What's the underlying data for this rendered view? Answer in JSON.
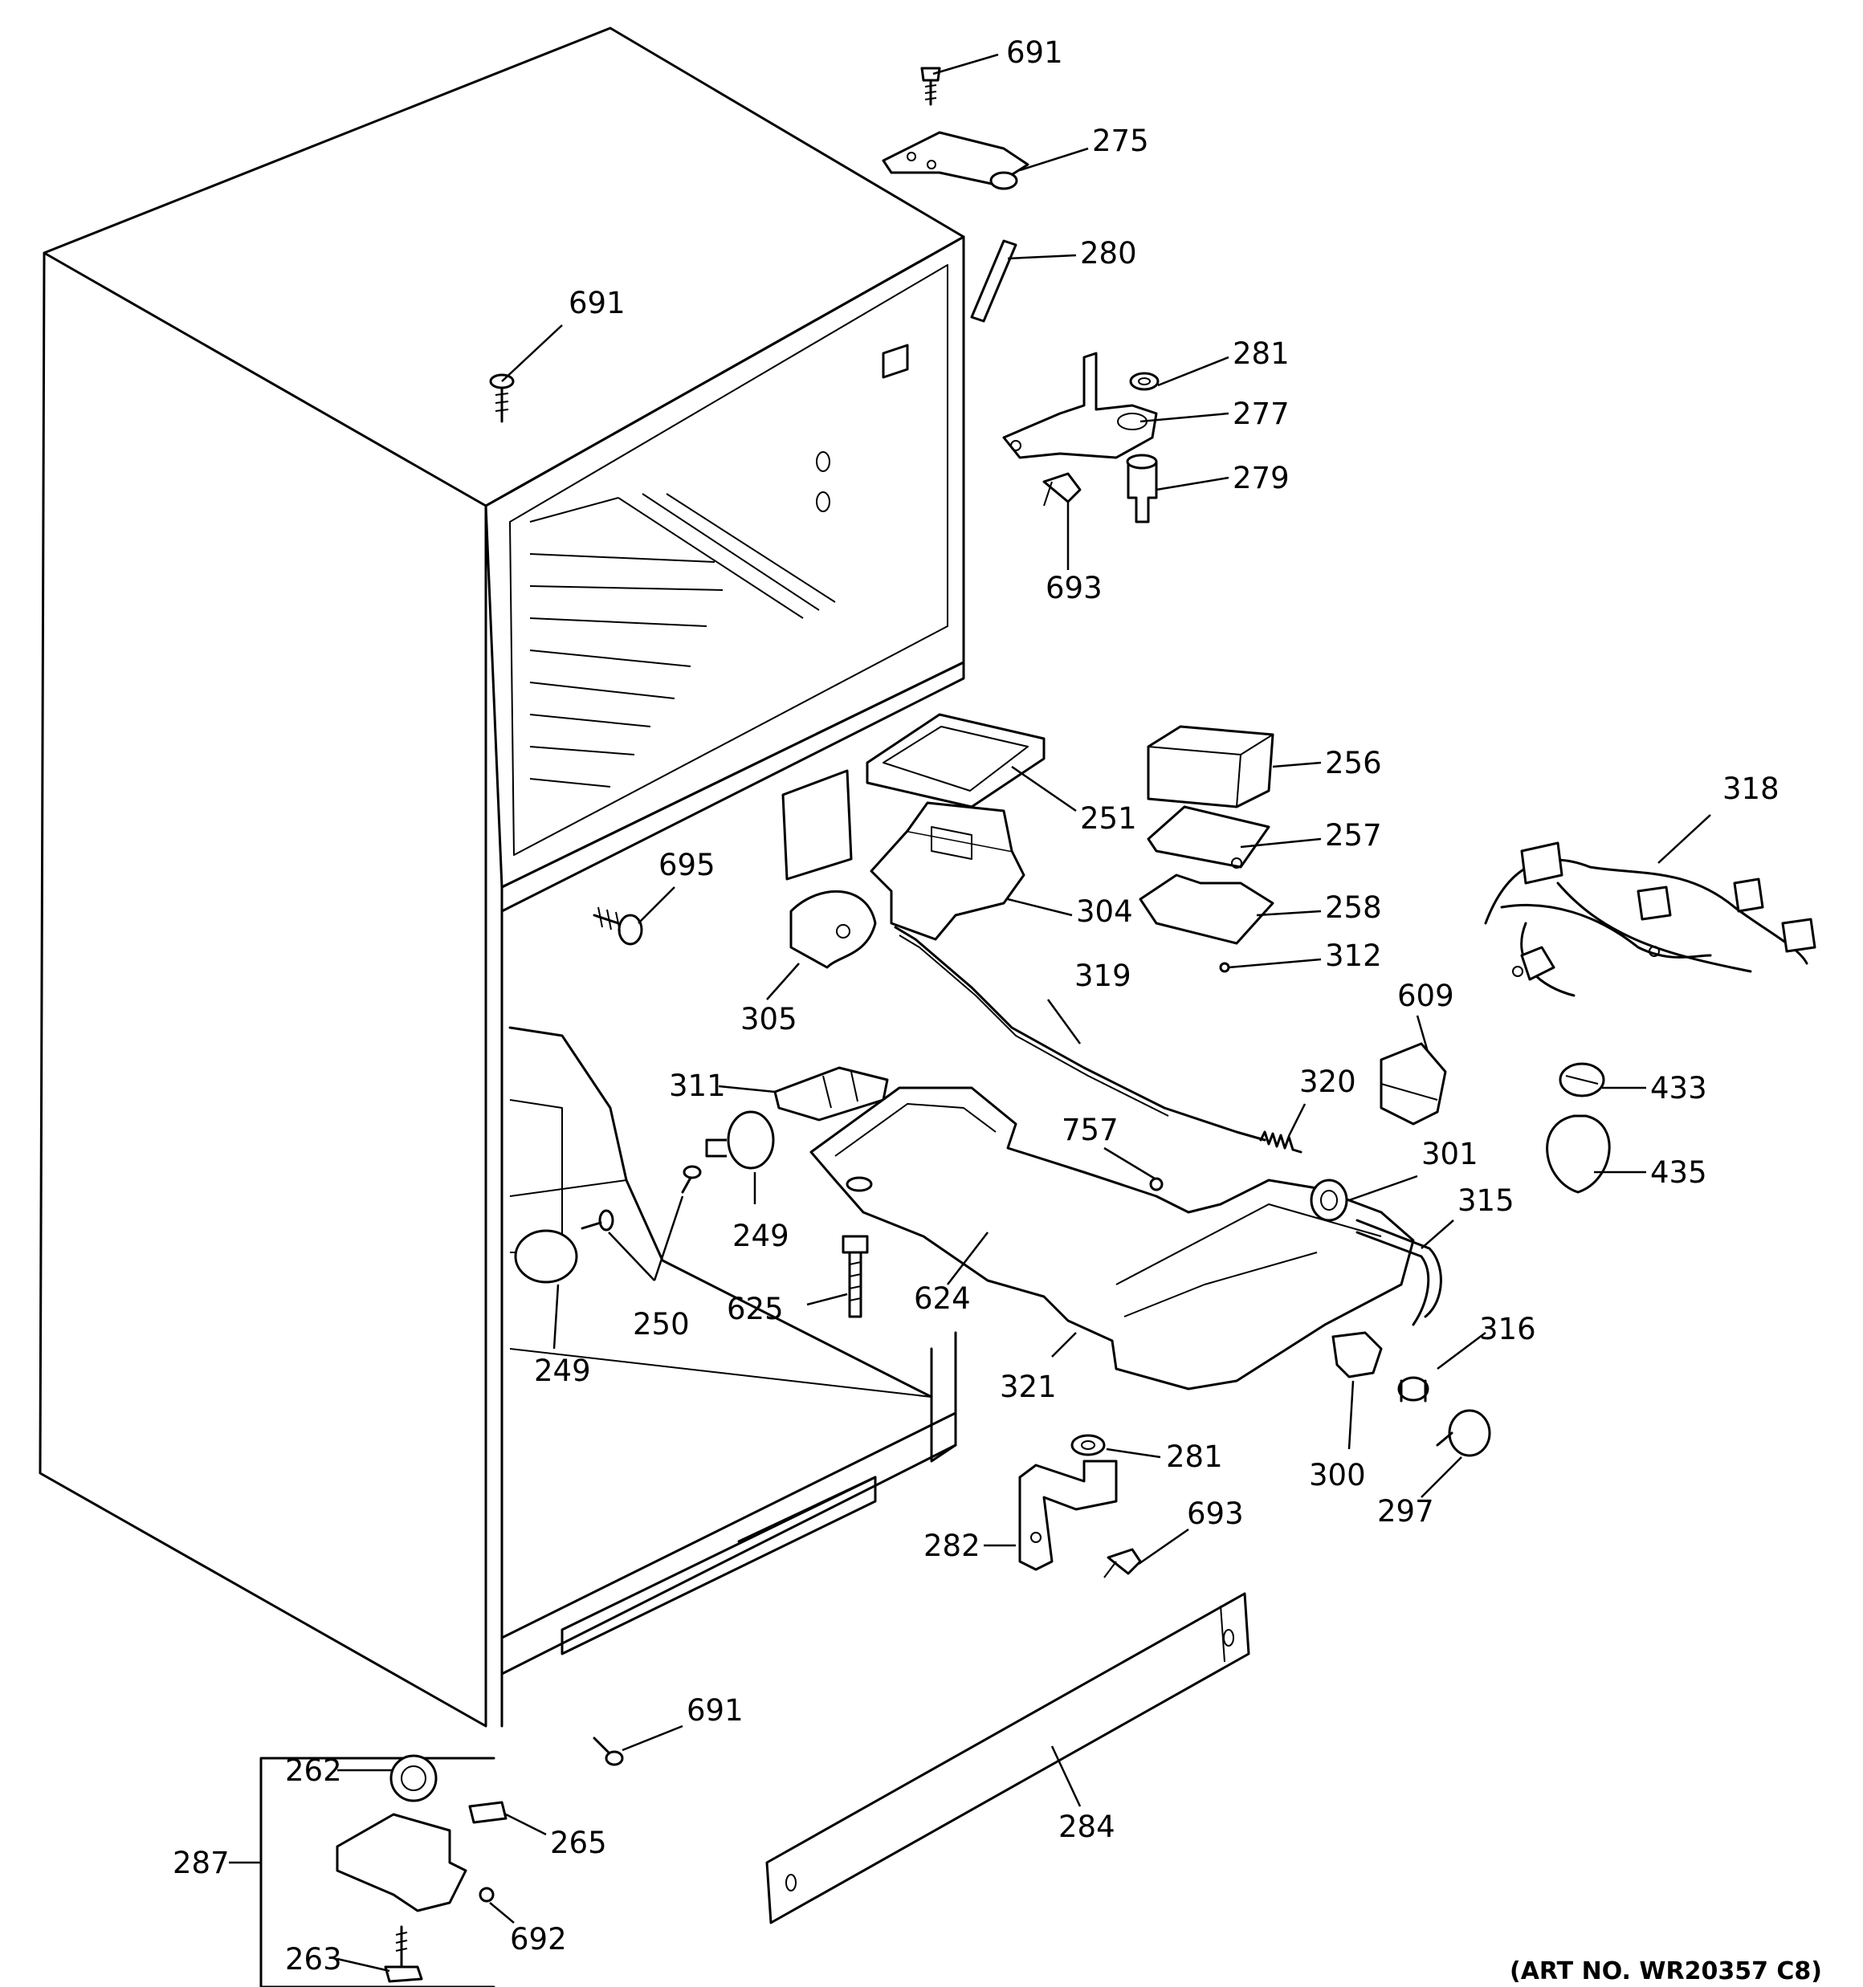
{
  "callouts": {
    "c691a": "691",
    "c275": "275",
    "c280": "280",
    "c691b": "691",
    "c281a": "281",
    "c277": "277",
    "c279": "279",
    "c693a": "693",
    "c256": "256",
    "c251": "251",
    "c257": "257",
    "c318": "318",
    "c258": "258",
    "c695": "695",
    "c304": "304",
    "c312": "312",
    "c319": "319",
    "c609": "609",
    "c305": "305",
    "c320": "320",
    "c311": "311",
    "c433": "433",
    "c757": "757",
    "c301": "301",
    "c315": "315",
    "c435": "435",
    "c249a": "249",
    "c624": "624",
    "c625": "625",
    "c250": "250",
    "c321": "321",
    "c316": "316",
    "c249b": "249",
    "c281b": "281",
    "c300": "300",
    "c297": "297",
    "c693b": "693",
    "c282": "282",
    "c691c": "691",
    "c262": "262",
    "c284": "284",
    "c287": "287",
    "c265": "265",
    "c263": "263",
    "c692": "692"
  },
  "art_number": "(ART NO. WR20357 C8)"
}
